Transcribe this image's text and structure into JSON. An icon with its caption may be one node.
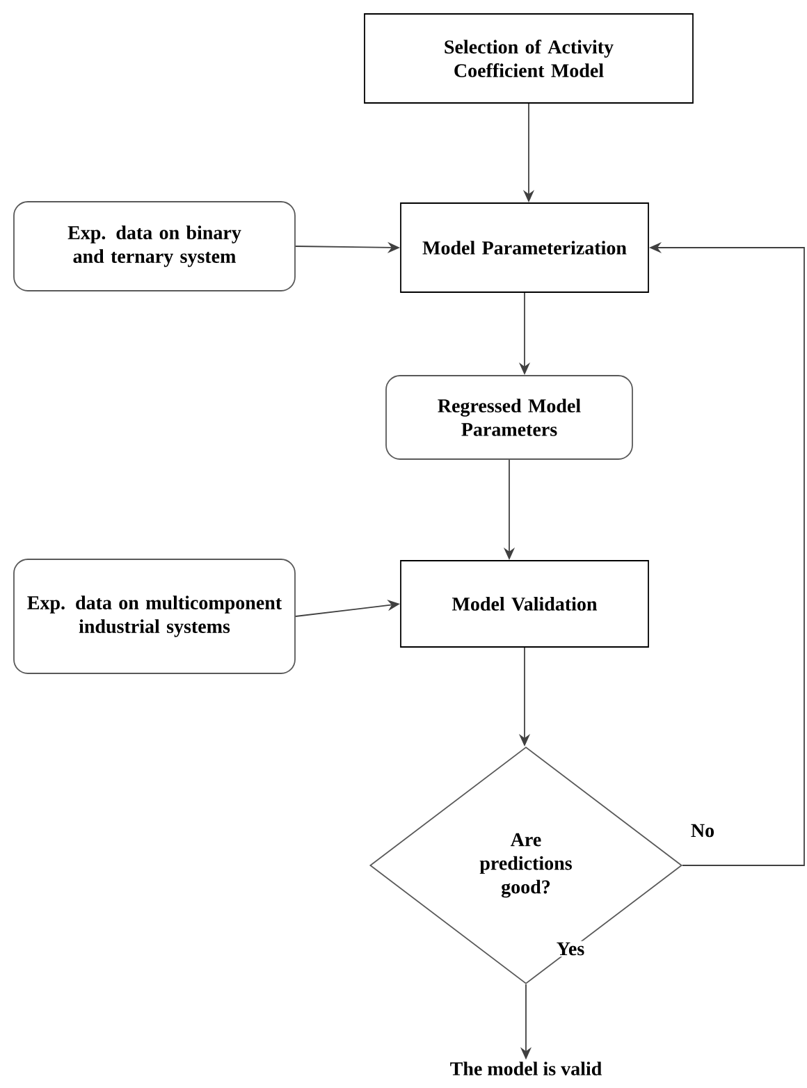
{
  "diagram": {
    "nodes": [
      {
        "text": [
          "Selection of Activity Coefficient Model"
        ]
      },
      {
        "text": [
          "Exp. data on binary and ternary system"
        ]
      },
      {
        "text": [
          "Model Parameterization"
        ]
      },
      {
        "text": [
          "Regressed Model Parameters"
        ]
      },
      {
        "text": [
          "Exp. data on multicomponent industrial systems"
        ]
      },
      {
        "text": [
          "Model Validation"
        ]
      },
      {
        "text": [
          "Are predictions good?"
        ]
      },
      {
        "text": [
          "The model is valid"
        ]
      }
    ],
    "edges": [
      {
        "from": 0,
        "to": 2,
        "arrow": "to"
      },
      {
        "from": 1,
        "to": 2,
        "arrow": "to"
      },
      {
        "from": 2,
        "to": 3,
        "arrow": "to"
      },
      {
        "from": 3,
        "to": 5,
        "arrow": "to"
      },
      {
        "from": 4,
        "to": 5,
        "arrow": "to"
      },
      {
        "from": 5,
        "to": 6,
        "arrow": "to"
      },
      {
        "from": 6,
        "to": 2,
        "arrow": "to",
        "label": "No"
      },
      {
        "from": 6,
        "to": 7,
        "arrow": "to",
        "label": "Yes"
      }
    ]
  }
}
